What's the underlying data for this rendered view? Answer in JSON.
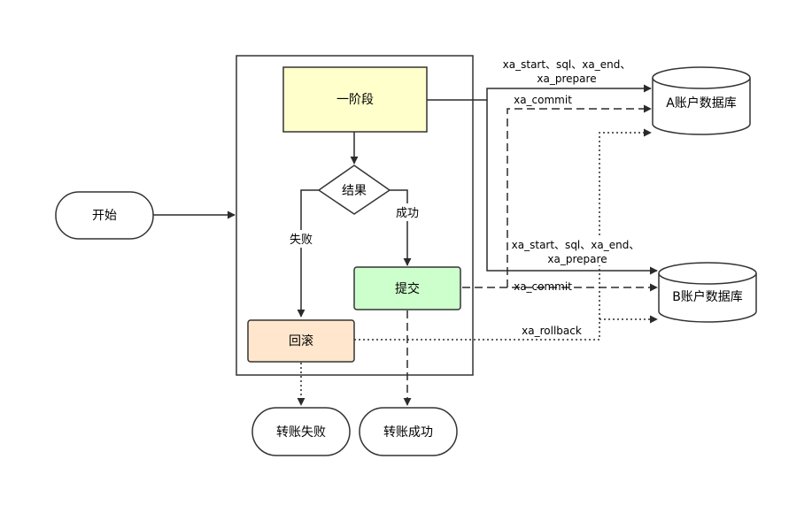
{
  "nodes": {
    "start": "开始",
    "phase1": "一阶段",
    "decision": "结果",
    "commit": "提交",
    "rollback": "回滚",
    "fail_end": "转账失败",
    "success_end": "转账成功",
    "db_a": "A账户数据库",
    "db_b": "B账户数据库"
  },
  "edge_labels": {
    "success": "成功",
    "fail": "失败",
    "a_prepare_line1": "xa_start、sql、xa_end、",
    "a_prepare_line2": "xa_prepare",
    "a_commit": "xa_commit",
    "b_prepare_line1": "xa_start、sql、xa_end、",
    "b_prepare_line2": "xa_prepare",
    "b_commit": "xa_commit",
    "rollback": "xa_rollback"
  },
  "colors": {
    "phase1_fill": "#ffffcc",
    "commit_fill": "#ccffcc",
    "rollback_fill": "#ffe6cc",
    "stroke": "#333333",
    "line": "#2b2b2b",
    "background": "#ffffff"
  }
}
